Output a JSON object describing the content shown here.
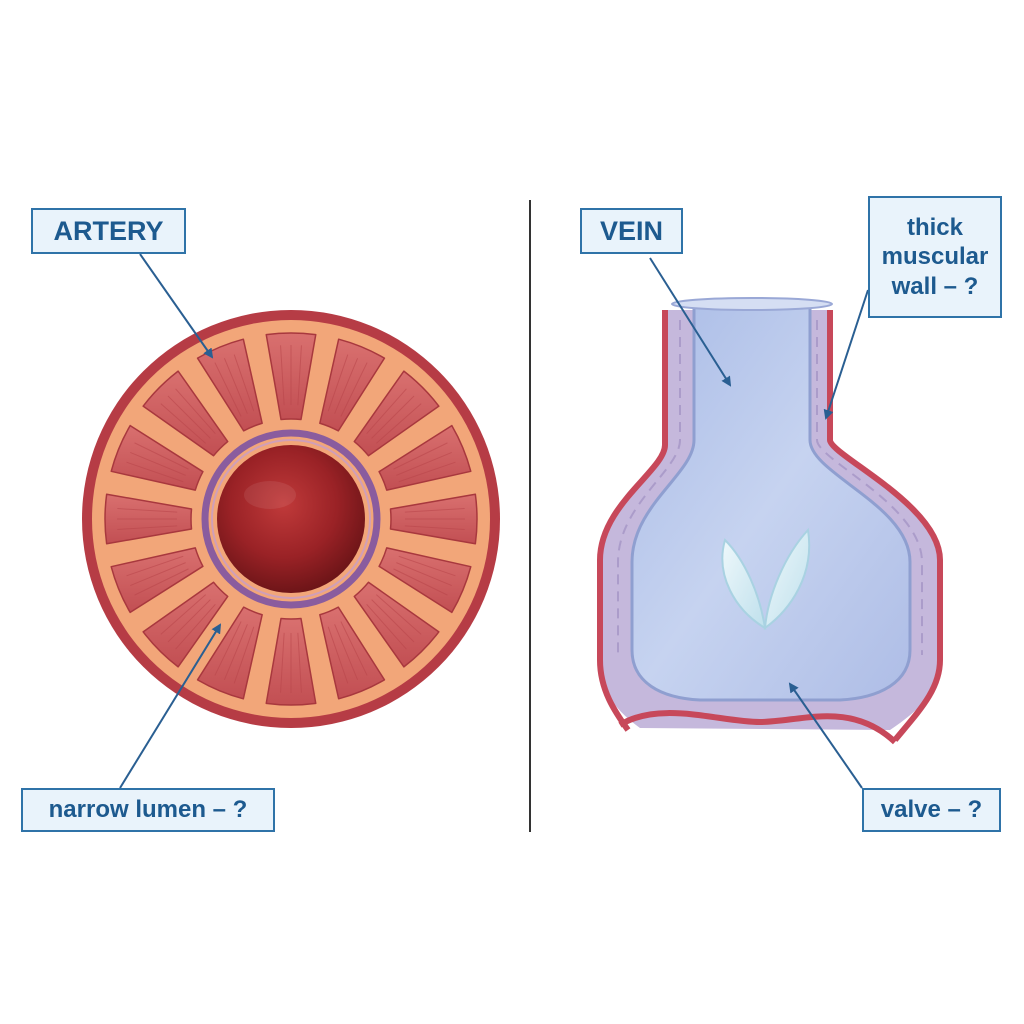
{
  "labels": {
    "artery_title": "ARTERY",
    "vein_title": "VEIN",
    "artery_callout": "narrow lumen – ?",
    "vein_wall_callout": [
      "thick",
      "muscular",
      "wall – ?"
    ],
    "vein_valve_callout": "valve – ?"
  },
  "colors": {
    "artery_outer": "#b63c45",
    "artery_muscle": "#cf5d5f",
    "artery_tissue": "#f2a679",
    "artery_lumen": "#8e1d22",
    "artery_inner_ring": "#8a5c9e",
    "vein_wall": "#c5b8dc",
    "vein_lumen": "#b6c6ea",
    "vein_outline": "#c7485a",
    "valve": "#d8eef5",
    "label_border": "#2f73a8",
    "label_fill": "#e9f3fb",
    "label_text": "#1d5a8f",
    "leader_line": "#2a5f92",
    "divider": "#333333"
  }
}
